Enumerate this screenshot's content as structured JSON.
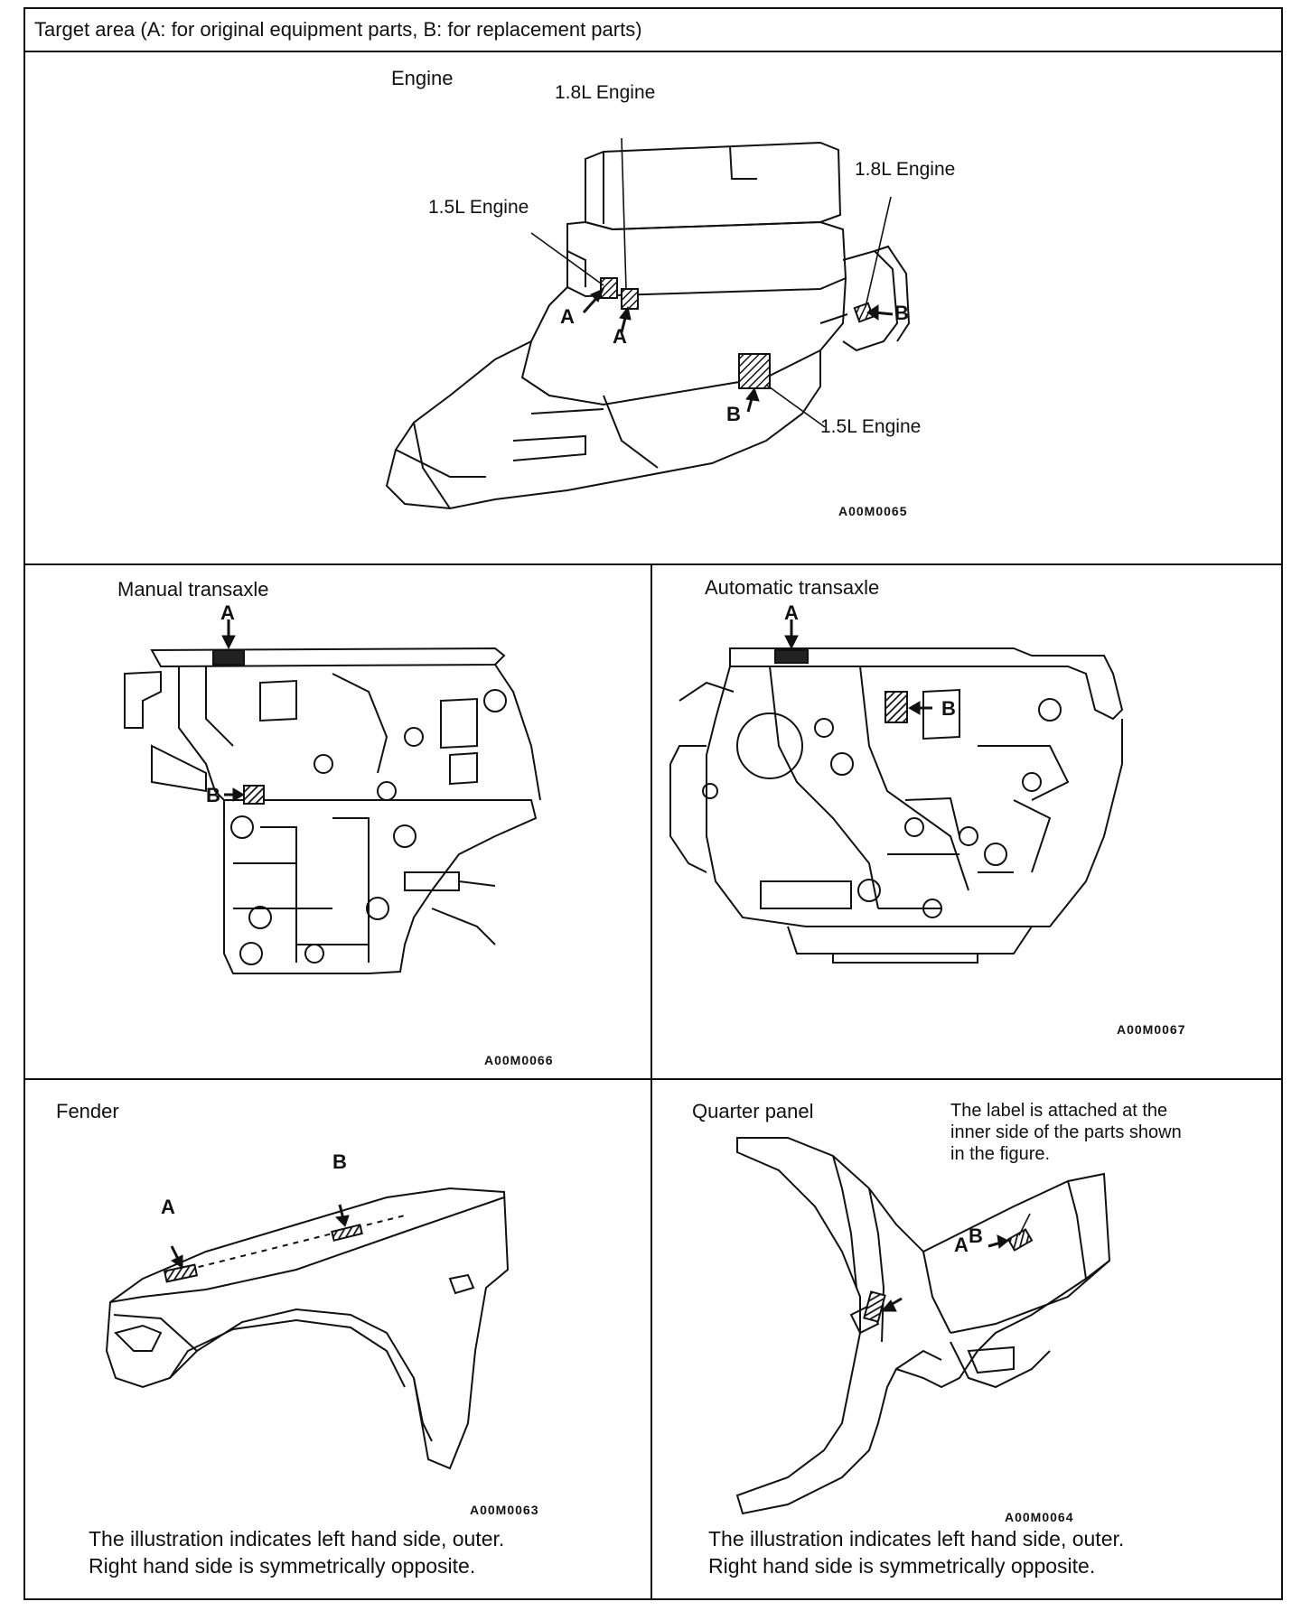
{
  "header": {
    "title": "Target area (A: for original equipment parts, B: for replacement parts)"
  },
  "engine": {
    "title": "Engine",
    "labels": {
      "top_18": "1.8L Engine",
      "right_18": "1.8L Engine",
      "left_15": "1.5L Engine",
      "bottom_15": "1.5L Engine"
    },
    "marks": {
      "a1": "A",
      "a2": "A",
      "b1": "B",
      "b2": "B"
    },
    "code": "A00M0065"
  },
  "manual": {
    "title": "Manual transaxle",
    "marks": {
      "a": "A",
      "b": "B"
    },
    "code": "A00M0066"
  },
  "automatic": {
    "title": "Automatic transaxle",
    "marks": {
      "a": "A",
      "b": "B"
    },
    "code": "A00M0067"
  },
  "fender": {
    "title": "Fender",
    "marks": {
      "a": "A",
      "b": "B"
    },
    "code": "A00M0063",
    "note": {
      "line1": "The illustration indicates left hand side, outer.",
      "line2": "Right hand side is symmetrically opposite."
    }
  },
  "quarter": {
    "title": "Quarter panel",
    "inner_note": {
      "line1": "The label is attached at the",
      "line2": "inner side of the parts shown",
      "line3": "in the figure."
    },
    "marks": {
      "a": "A",
      "b": "B"
    },
    "code": "A00M0064",
    "note": {
      "line1": "The illustration indicates left hand side, outer.",
      "line2": "Right hand side is symmetrically opposite."
    }
  }
}
